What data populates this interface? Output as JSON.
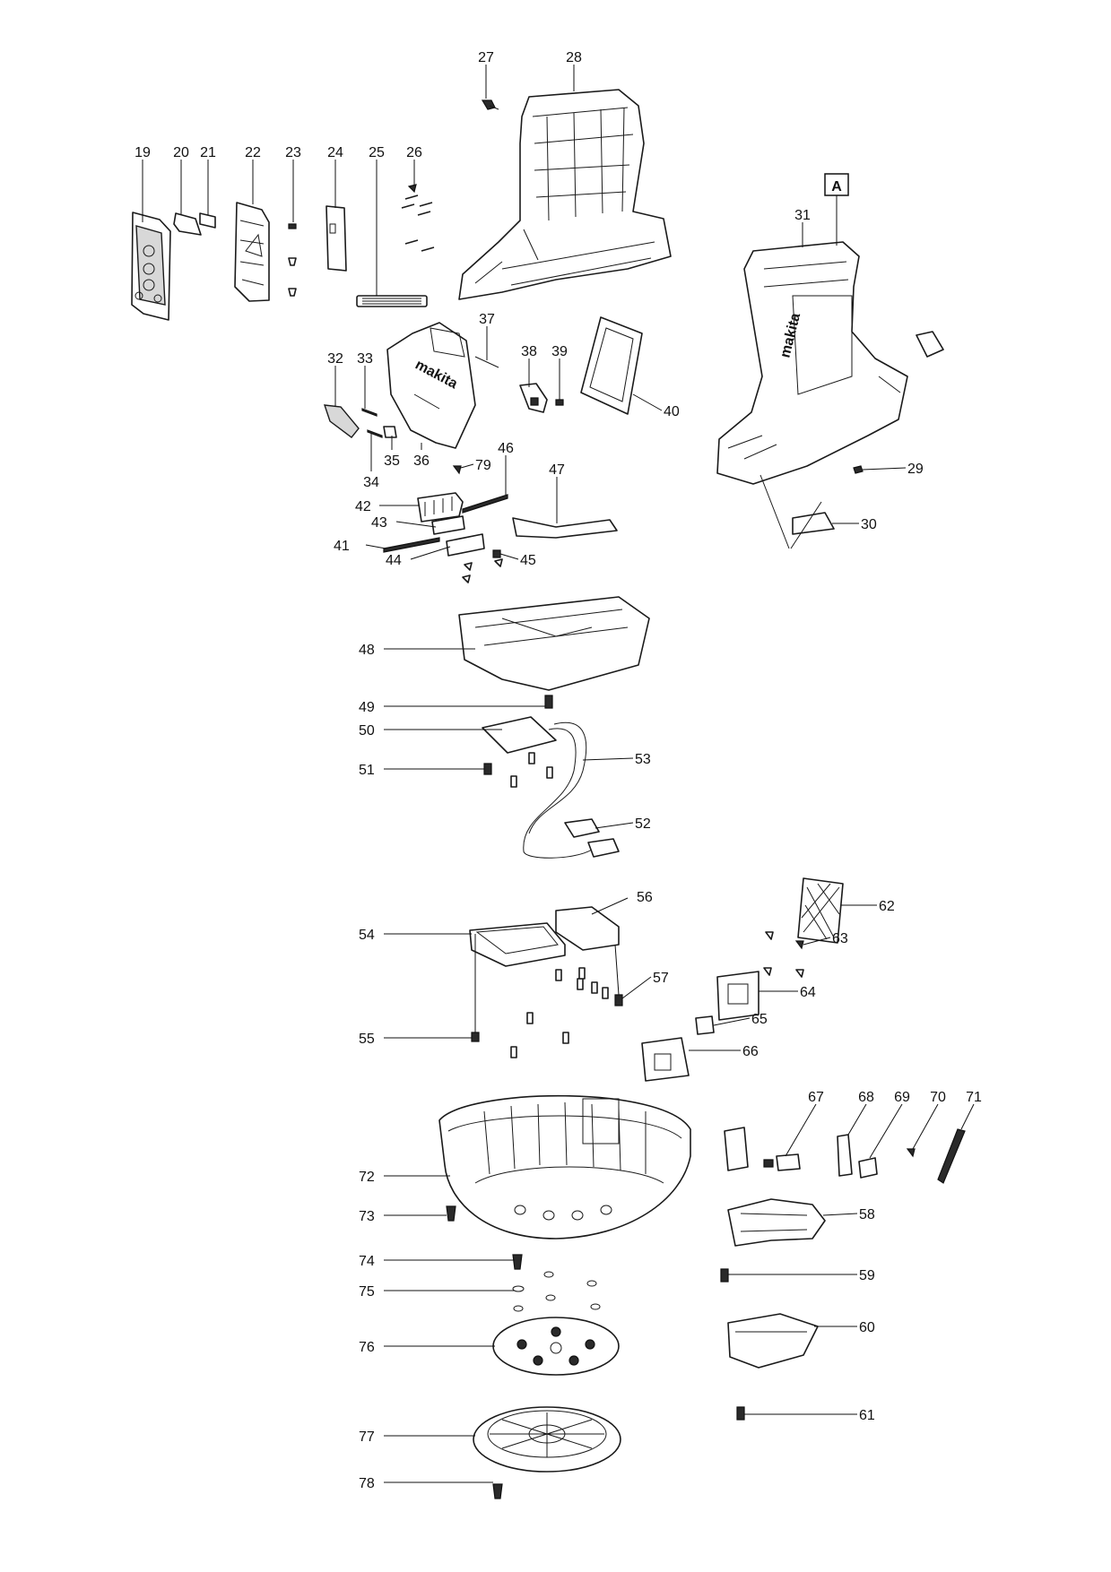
{
  "reference_mark": "A",
  "brand_logo": "makita",
  "callouts": [
    "19",
    "20",
    "21",
    "22",
    "23",
    "24",
    "25",
    "26",
    "27",
    "28",
    "29",
    "30",
    "31",
    "32",
    "33",
    "34",
    "35",
    "36",
    "37",
    "38",
    "39",
    "40",
    "41",
    "42",
    "43",
    "44",
    "45",
    "46",
    "47",
    "48",
    "49",
    "50",
    "51",
    "52",
    "53",
    "54",
    "55",
    "56",
    "57",
    "62",
    "63",
    "64",
    "65",
    "66",
    "67",
    "68",
    "69",
    "70",
    "71",
    "72",
    "73",
    "58",
    "59",
    "60",
    "61",
    "74",
    "75",
    "76",
    "77",
    "78",
    "79"
  ]
}
